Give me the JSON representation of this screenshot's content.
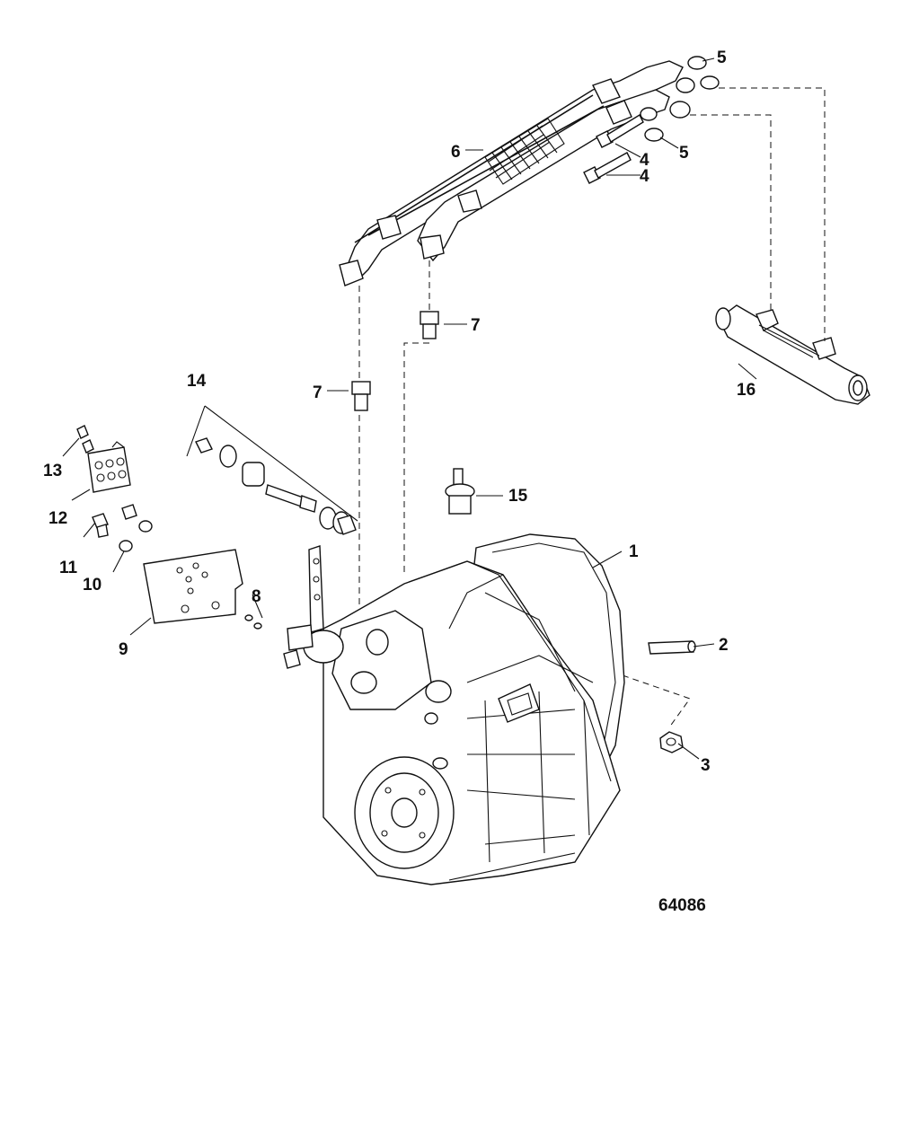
{
  "callouts": {
    "c1": "1",
    "c2": "2",
    "c3": "3",
    "c4a": "4",
    "c4b": "4",
    "c5a": "5",
    "c5b": "5",
    "c6": "6",
    "c7a": "7",
    "c7b": "7",
    "c8": "8",
    "c9": "9",
    "c10": "10",
    "c11": "11",
    "c12": "12",
    "c13": "13",
    "c14": "14",
    "c15": "15",
    "c16": "16"
  },
  "figure_number": "64086"
}
